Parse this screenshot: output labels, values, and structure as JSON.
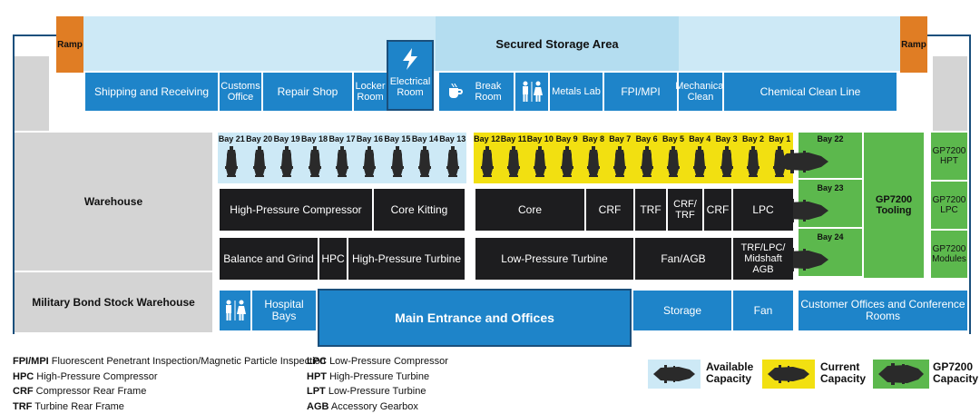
{
  "title": "Secured Storage Area",
  "colors": {
    "blue": "#1e84c9",
    "light_blue": "#cde9f6",
    "black": "#1d1d1f",
    "gray": "#d4d4d4",
    "green": "#5cb84d",
    "yellow": "#f2e011",
    "orange": "#e07d24"
  },
  "ramps": [
    "Ramp",
    "Ramp"
  ],
  "top_rooms": {
    "shipping": "Shipping and Receiving",
    "customs": "Customs Office",
    "repair": "Repair Shop",
    "locker": "Locker Room",
    "electrical": "Electrical Room",
    "break": "Break Room",
    "metals": "Metals Lab",
    "fpi": "FPI/MPI",
    "mechanical": "Mechanical Clean",
    "chemical": "Chemical Clean Line"
  },
  "left_areas": {
    "warehouse": "Warehouse",
    "military": "Military Bond Stock Warehouse"
  },
  "bays_available": [
    "Bay 21",
    "Bay 20",
    "Bay 19",
    "Bay 18",
    "Bay 17",
    "Bay 16",
    "Bay 15",
    "Bay 14",
    "Bay 13"
  ],
  "bays_current": [
    "Bay 12",
    "Bay 11",
    "Bay 10",
    "Bay 9",
    "Bay 8",
    "Bay 7",
    "Bay 6",
    "Bay 5",
    "Bay 4",
    "Bay 3",
    "Bay 2",
    "Bay 1"
  ],
  "gp_bays": [
    "Bay 22",
    "Bay 23",
    "Bay 24"
  ],
  "gp_tooling": "GP7200 Tooling",
  "gp_right": [
    "GP7200 HPT",
    "GP7200 LPC",
    "GP7200 Modules"
  ],
  "work_areas": {
    "hpc_long": "High-Pressure Compressor",
    "core_kitting": "Core Kitting",
    "core": "Core",
    "crf1": "CRF",
    "trf": "TRF",
    "crf_trf": "CRF/ TRF",
    "crf2": "CRF",
    "lpc": "LPC",
    "balance": "Balance and Grind",
    "hpc": "HPC",
    "hpt": "High-Pressure Turbine",
    "lpt": "Low-Pressure Turbine",
    "fan_agb": "Fan/AGB",
    "trf_lpc": "TRF/LPC/ Midshaft AGB"
  },
  "bottom_rooms": {
    "hospital": "Hospital Bays",
    "main": "Main Entrance and Offices",
    "storage": "Storage",
    "fan": "Fan",
    "customer": "Customer Offices and Conference Rooms"
  },
  "abbreviations": [
    {
      "abbr": "FPI/MPI",
      "text": "Fluorescent Penetrant Inspection/Magnetic Particle Inspection"
    },
    {
      "abbr": "HPC",
      "text": "High-Pressure Compressor"
    },
    {
      "abbr": "CRF",
      "text": "Compressor Rear Frame"
    },
    {
      "abbr": "TRF",
      "text": "Turbine Rear Frame"
    },
    {
      "abbr": "LPC",
      "text": "Low-Pressure Compressor"
    },
    {
      "abbr": "HPT",
      "text": "High-Pressure Turbine"
    },
    {
      "abbr": "LPT",
      "text": "Low-Pressure Turbine"
    },
    {
      "abbr": "AGB",
      "text": "Accessory Gearbox"
    }
  ],
  "capacity_legend": [
    "Available Capacity",
    "Current Capacity",
    "GP7200 Capacity"
  ],
  "icons": [
    "lightning-icon",
    "coffee-cup-icon",
    "restroom-icon",
    "engine-icon"
  ]
}
